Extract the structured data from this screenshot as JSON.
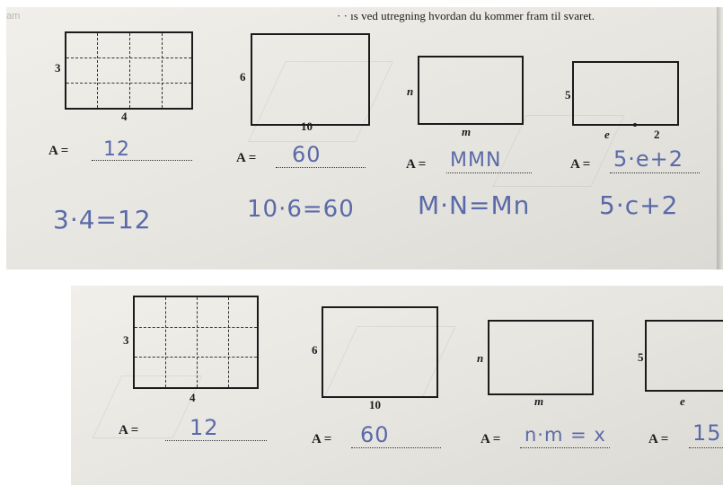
{
  "top_photo": {
    "header_left": "am",
    "header_text": "· · ıs ved utregning hvordan du kommer fram til svaret.",
    "figures": [
      {
        "side_label": "3",
        "bottom_label": "4"
      },
      {
        "side_label": "6",
        "bottom_label": "10"
      },
      {
        "side_label": "n",
        "bottom_label": "m"
      },
      {
        "side_label": "5",
        "bottom_label_left": "e",
        "bottom_label_right": "2"
      }
    ],
    "area_prefix": "A =",
    "answers": [
      "12",
      "60",
      "MMN",
      "5·e+2"
    ],
    "workings": [
      "3·4=12",
      "10·6=60",
      "M·N=Mn",
      "5·c+2"
    ]
  },
  "bottom_photo": {
    "figures": [
      {
        "side_label": "3",
        "bottom_label": "4"
      },
      {
        "side_label": "6",
        "bottom_label": "10"
      },
      {
        "side_label": "n",
        "bottom_label": "m"
      },
      {
        "side_label": "5",
        "bottom_label": "e"
      }
    ],
    "area_prefix": "A =",
    "answers": [
      "12",
      "60",
      "n·m = x",
      "15"
    ]
  }
}
